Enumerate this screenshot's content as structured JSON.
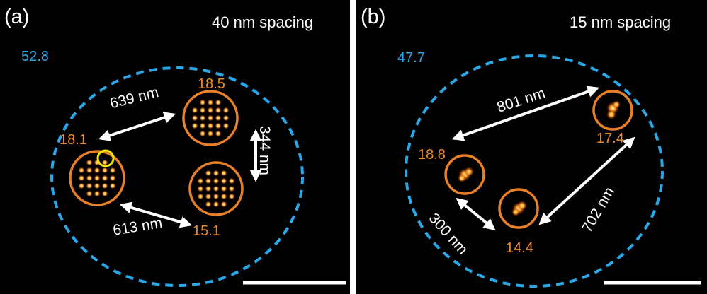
{
  "colors": {
    "background": "#000000",
    "dashed_circle": "#2aa7e6",
    "orange_circle": "#e8802a",
    "highlight_circle": "#f2e600",
    "arrows": "#ffffff",
    "scale_bar": "#ffffff"
  },
  "panel_a": {
    "label": "(a)",
    "title": "40 nm spacing",
    "outer_value": "52.8",
    "cluster_values": [
      "18.1",
      "18.5",
      "15.1"
    ],
    "distances": [
      "639 nm",
      "344 nm",
      "613 nm"
    ]
  },
  "panel_b": {
    "label": "(b)",
    "title": "15 nm spacing",
    "outer_value": "47.7",
    "cluster_values": [
      "18.8",
      "17.4",
      "14.4"
    ],
    "distances": [
      "801 nm",
      "702 nm",
      "300 nm"
    ]
  }
}
